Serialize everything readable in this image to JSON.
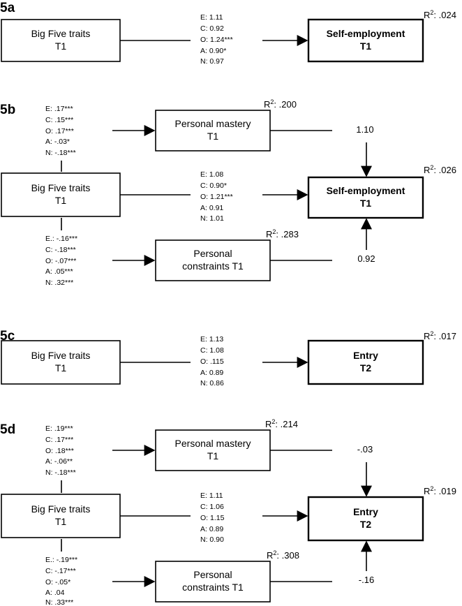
{
  "panels": {
    "a": {
      "label": "5a",
      "source": {
        "line1": "Big Five traits",
        "line2": "T1"
      },
      "target": {
        "line1": "Self-employment",
        "line2": "T1"
      },
      "target_r2": ": .024",
      "direct": [
        "E: 1.11",
        "C: 0.92",
        "O: 1.24***",
        "A: 0.90*",
        "N: 0.97"
      ]
    },
    "b": {
      "label": "5b",
      "source": {
        "line1": "Big Five traits",
        "line2": "T1"
      },
      "mastery": {
        "line1": "Personal mastery",
        "line2": "T1",
        "r2": ": .200"
      },
      "constraints": {
        "line1": "Personal",
        "line2": "constraints T1",
        "r2": ": .283"
      },
      "target": {
        "line1": "Self-employment",
        "line2": "T1"
      },
      "target_r2": ": .026",
      "to_mastery": [
        "E: .17***",
        "C: .15***",
        "O: .17***",
        "A: -.03*",
        "N: -.18***"
      ],
      "direct": [
        "E: 1.08",
        "C: 0.90*",
        "O: 1.21***",
        "A: 0.91",
        "N: 1.01"
      ],
      "to_constraints": [
        "E.: -.16***",
        "C: -.18***",
        "O: -.07***",
        "A: .05***",
        "N: .32***"
      ],
      "mastery_effect": "1.10",
      "constraints_effect": "0.92"
    },
    "c": {
      "label": "5c",
      "source": {
        "line1": "Big Five traits",
        "line2": "T1"
      },
      "target": {
        "line1": "Entry",
        "line2": "T2"
      },
      "target_r2": ": .017",
      "direct": [
        "E: 1.13",
        "C: 1.08",
        "O: .115",
        "A: 0.89",
        "N: 0.86"
      ]
    },
    "d": {
      "label": "5d",
      "source": {
        "line1": "Big Five traits",
        "line2": "T1"
      },
      "mastery": {
        "line1": "Personal mastery",
        "line2": "T1",
        "r2": ": .214"
      },
      "constraints": {
        "line1": "Personal",
        "line2": "constraints T1",
        "r2": ": .308"
      },
      "target": {
        "line1": "Entry",
        "line2": "T2"
      },
      "target_r2": ": .019",
      "to_mastery": [
        "E: .19***",
        "C: .17***",
        "O: .18***",
        "A: -.06**",
        "N: -.18***"
      ],
      "direct": [
        "E: 1.11",
        "C: 1.06",
        "O: 1.15",
        "A: 0.89",
        "N: 0.90"
      ],
      "to_constraints": [
        "E.: -.19***",
        "C: -.17***",
        "O: -.05*",
        "A: .04",
        "N: .33***"
      ],
      "mastery_effect": "-.03",
      "constraints_effect": "-.16"
    }
  },
  "r2_letter": "R",
  "r2_sup": "2"
}
